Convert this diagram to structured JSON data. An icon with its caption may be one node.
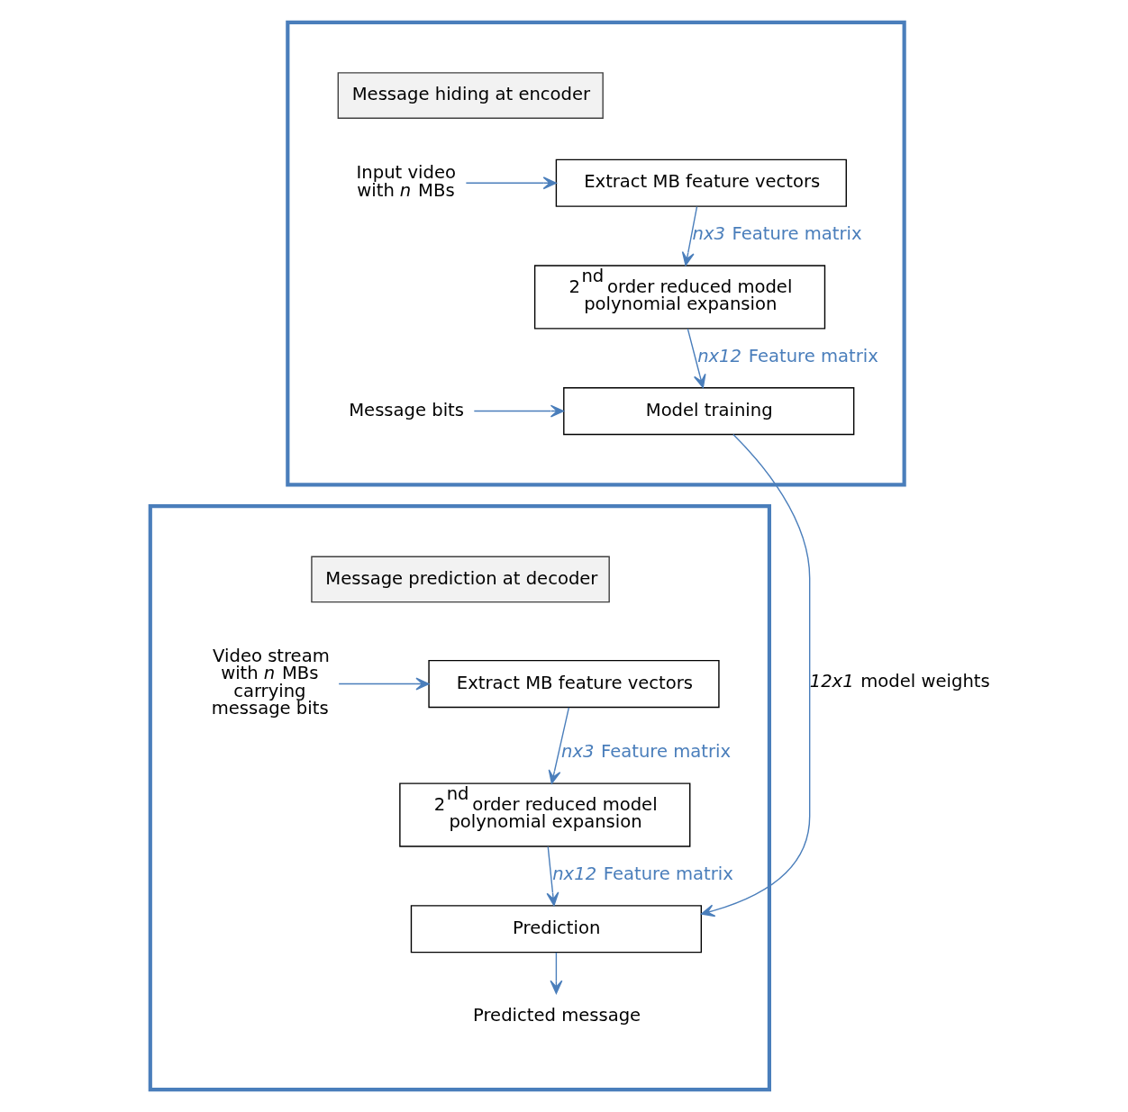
{
  "diagram": {
    "nodes": [
      {
        "text": [],
        "shape": "box"
      },
      {
        "text": [
          "Message hiding at encoder"
        ],
        "in": 0
      },
      {
        "text": [
          "Input video with *n* MBs"
        ],
        "in": 0
      },
      {
        "text": [
          "Extract MB feature vectors"
        ],
        "in": 0
      },
      {
        "text": [
          "2$^{nd}$ order reduced model polynomial expansion"
        ],
        "in": 0
      },
      {
        "text": [
          "Message bits"
        ],
        "in": 0
      },
      {
        "text": [
          "Model training"
        ],
        "in": 0
      },
      {
        "text": [],
        "shape": "box"
      },
      {
        "text": [
          "Message prediction at decoder"
        ],
        "in": 7
      },
      {
        "text": [
          "Video stream with *n* MBs carrying message bits"
        ],
        "in": 7
      },
      {
        "text": [
          "Extract MB feature vectors"
        ],
        "in": 7
      },
      {
        "text": [
          "2$^{nd}$ order reduced model polynomial expansion"
        ],
        "in": 7
      },
      {
        "text": [
          "Prediction"
        ],
        "in": 7
      },
      {
        "text": [
          "Predicted message"
        ],
        "in": 7
      }
    ],
    "edges": [
      {
        "from": 2,
        "to": 3,
        "arrow": "to"
      },
      {
        "from": 3,
        "to": 4,
        "arrow": "to",
        "label": "*nx3* Feature matrix"
      },
      {
        "from": 4,
        "to": 6,
        "arrow": "to",
        "label": "*nx12* Feature matrix"
      },
      {
        "from": 5,
        "to": 6,
        "arrow": "to"
      },
      {
        "from": 6,
        "to": 12,
        "arrow": "to",
        "label": "*12x1* model weights"
      },
      {
        "from": 9,
        "to": 10,
        "arrow": "to"
      },
      {
        "from": 10,
        "to": 11,
        "arrow": "to",
        "label": "*nx3* Feature matrix"
      },
      {
        "from": 11,
        "to": 12,
        "arrow": "to",
        "label": "*nx12* Feature matrix"
      },
      {
        "from": 12,
        "to": 13,
        "arrow": "to"
      }
    ]
  }
}
